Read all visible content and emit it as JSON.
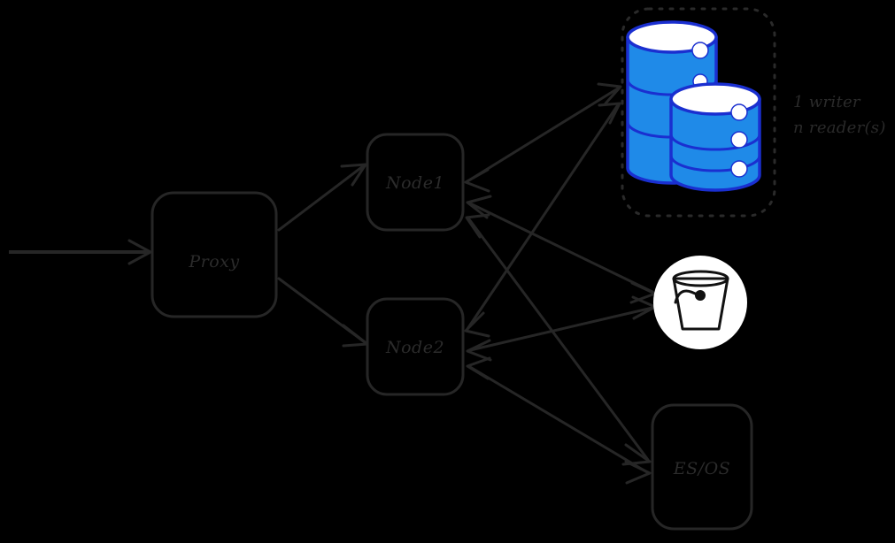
{
  "diagram": {
    "title": "Proxy and node architecture diagram",
    "background_color": "#000000",
    "stroke_color": "#262626",
    "accent_blue_fill": "#1f8ae8",
    "accent_blue_stroke": "#1a2fd0",
    "icon_white": "#ffffff"
  },
  "nodes": {
    "proxy": {
      "label": "Proxy"
    },
    "node1": {
      "label": "Node1"
    },
    "node2": {
      "label": "Node2"
    },
    "search": {
      "label": "ES/OS"
    },
    "database_group": {
      "icon_name": "database-cylinders-icon",
      "cylinder_count": 2,
      "disc_count_back": 2,
      "disc_count_front": 3
    },
    "object_storage": {
      "icon_name": "bucket-icon"
    }
  },
  "annotations": {
    "database_note_line1": "1 writer",
    "database_note_line2": "n reader(s)"
  },
  "connections": [
    {
      "from": "external",
      "to": "proxy",
      "direction": "one-way"
    },
    {
      "from": "proxy",
      "to": "node1",
      "direction": "one-way"
    },
    {
      "from": "proxy",
      "to": "node2",
      "direction": "one-way"
    },
    {
      "from": "node1",
      "to": "database_group",
      "direction": "two-way"
    },
    {
      "from": "node2",
      "to": "database_group",
      "direction": "two-way"
    },
    {
      "from": "node1",
      "to": "object_storage",
      "direction": "two-way"
    },
    {
      "from": "node2",
      "to": "object_storage",
      "direction": "two-way"
    },
    {
      "from": "node1",
      "to": "search",
      "direction": "two-way"
    },
    {
      "from": "node2",
      "to": "search",
      "direction": "two-way"
    }
  ]
}
